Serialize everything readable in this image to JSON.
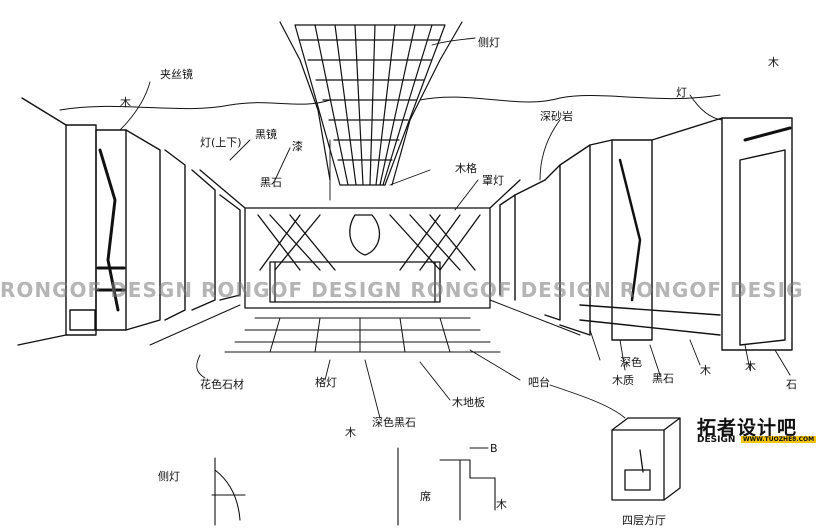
{
  "watermark": {
    "text": "RONGOF DESGN RONGOF DESIGN RONGOF DESIGN RONGOF DESIG"
  },
  "logo": {
    "main": "拓者设计吧",
    "design": "DESIGN",
    "url": "WWW.TUOZHE8.COM"
  },
  "annotations": {
    "ceiling_light": "侧灯",
    "left_glass": "夹丝镜",
    "left_wood": "木",
    "light_updown": "灯(上下)",
    "black_mirror": "黑镜",
    "painted": "漆",
    "black_stone": "黑石",
    "wood_grille": "木格",
    "lamp": "罩灯",
    "right_stone": "深砂岩",
    "right_wood_top": "木",
    "ceiling_detail": "灯",
    "floor_left": "花色石材",
    "floor_grid": "格灯",
    "floor_mirror": "深色黑石",
    "wood_floor": "木地板",
    "counter": "吧台",
    "wood_bottom": "木",
    "r_wood_marble": "深色",
    "r_wood2": "木质",
    "r_black": "黑石",
    "r_wood3": "木",
    "r_wood4": "木",
    "r_wood5": "石",
    "detail_left": "侧灯",
    "detail_mid": "席",
    "detail_wood": "木",
    "detail_b": "B",
    "perspective_note": "四层方厅"
  }
}
